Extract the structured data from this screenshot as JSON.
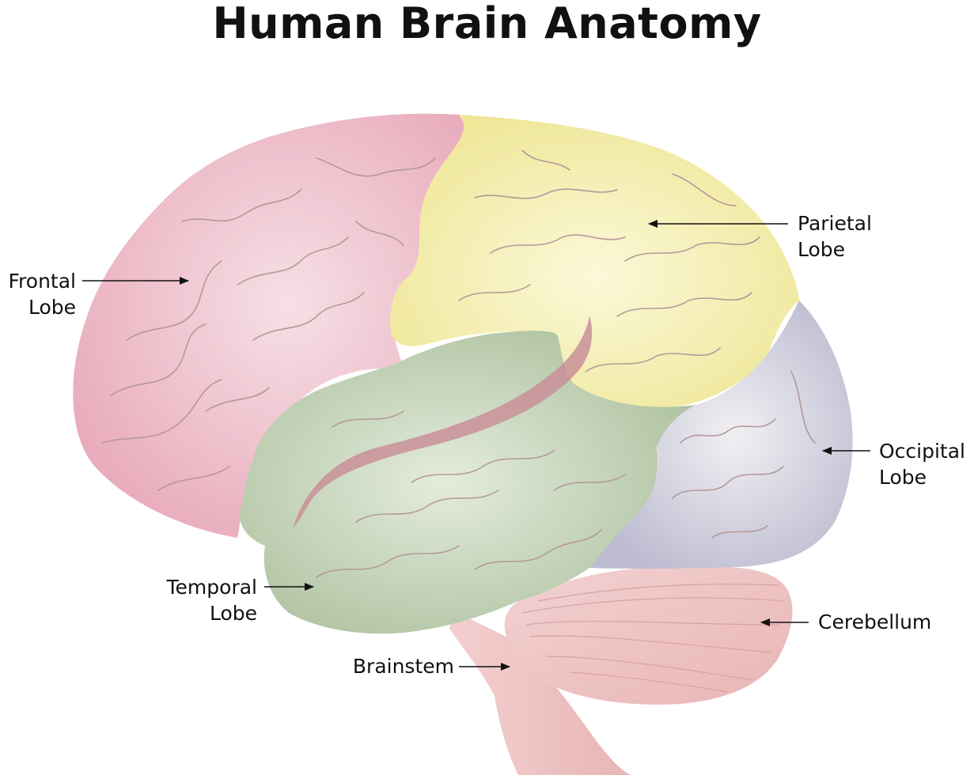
{
  "title": "Human Brain Anatomy",
  "colors": {
    "frontal": "#e8a9ba",
    "parietal": "#f1ea9c",
    "temporal": "#b3c6a6",
    "occipital": "#c2c1d3",
    "cerebellum": "#efc0c0",
    "brainstem": "#f0c3c3",
    "gyri": "#b59898",
    "arrow": "#111111"
  },
  "labels": {
    "frontal": [
      "Frontal",
      "Lobe"
    ],
    "parietal": [
      "Parietal",
      "Lobe"
    ],
    "occipital": [
      "Occipital",
      "Lobe"
    ],
    "temporal": [
      "Temporal",
      "Lobe"
    ],
    "cerebellum": "Cerebellum",
    "brainstem": "Brainstem"
  }
}
